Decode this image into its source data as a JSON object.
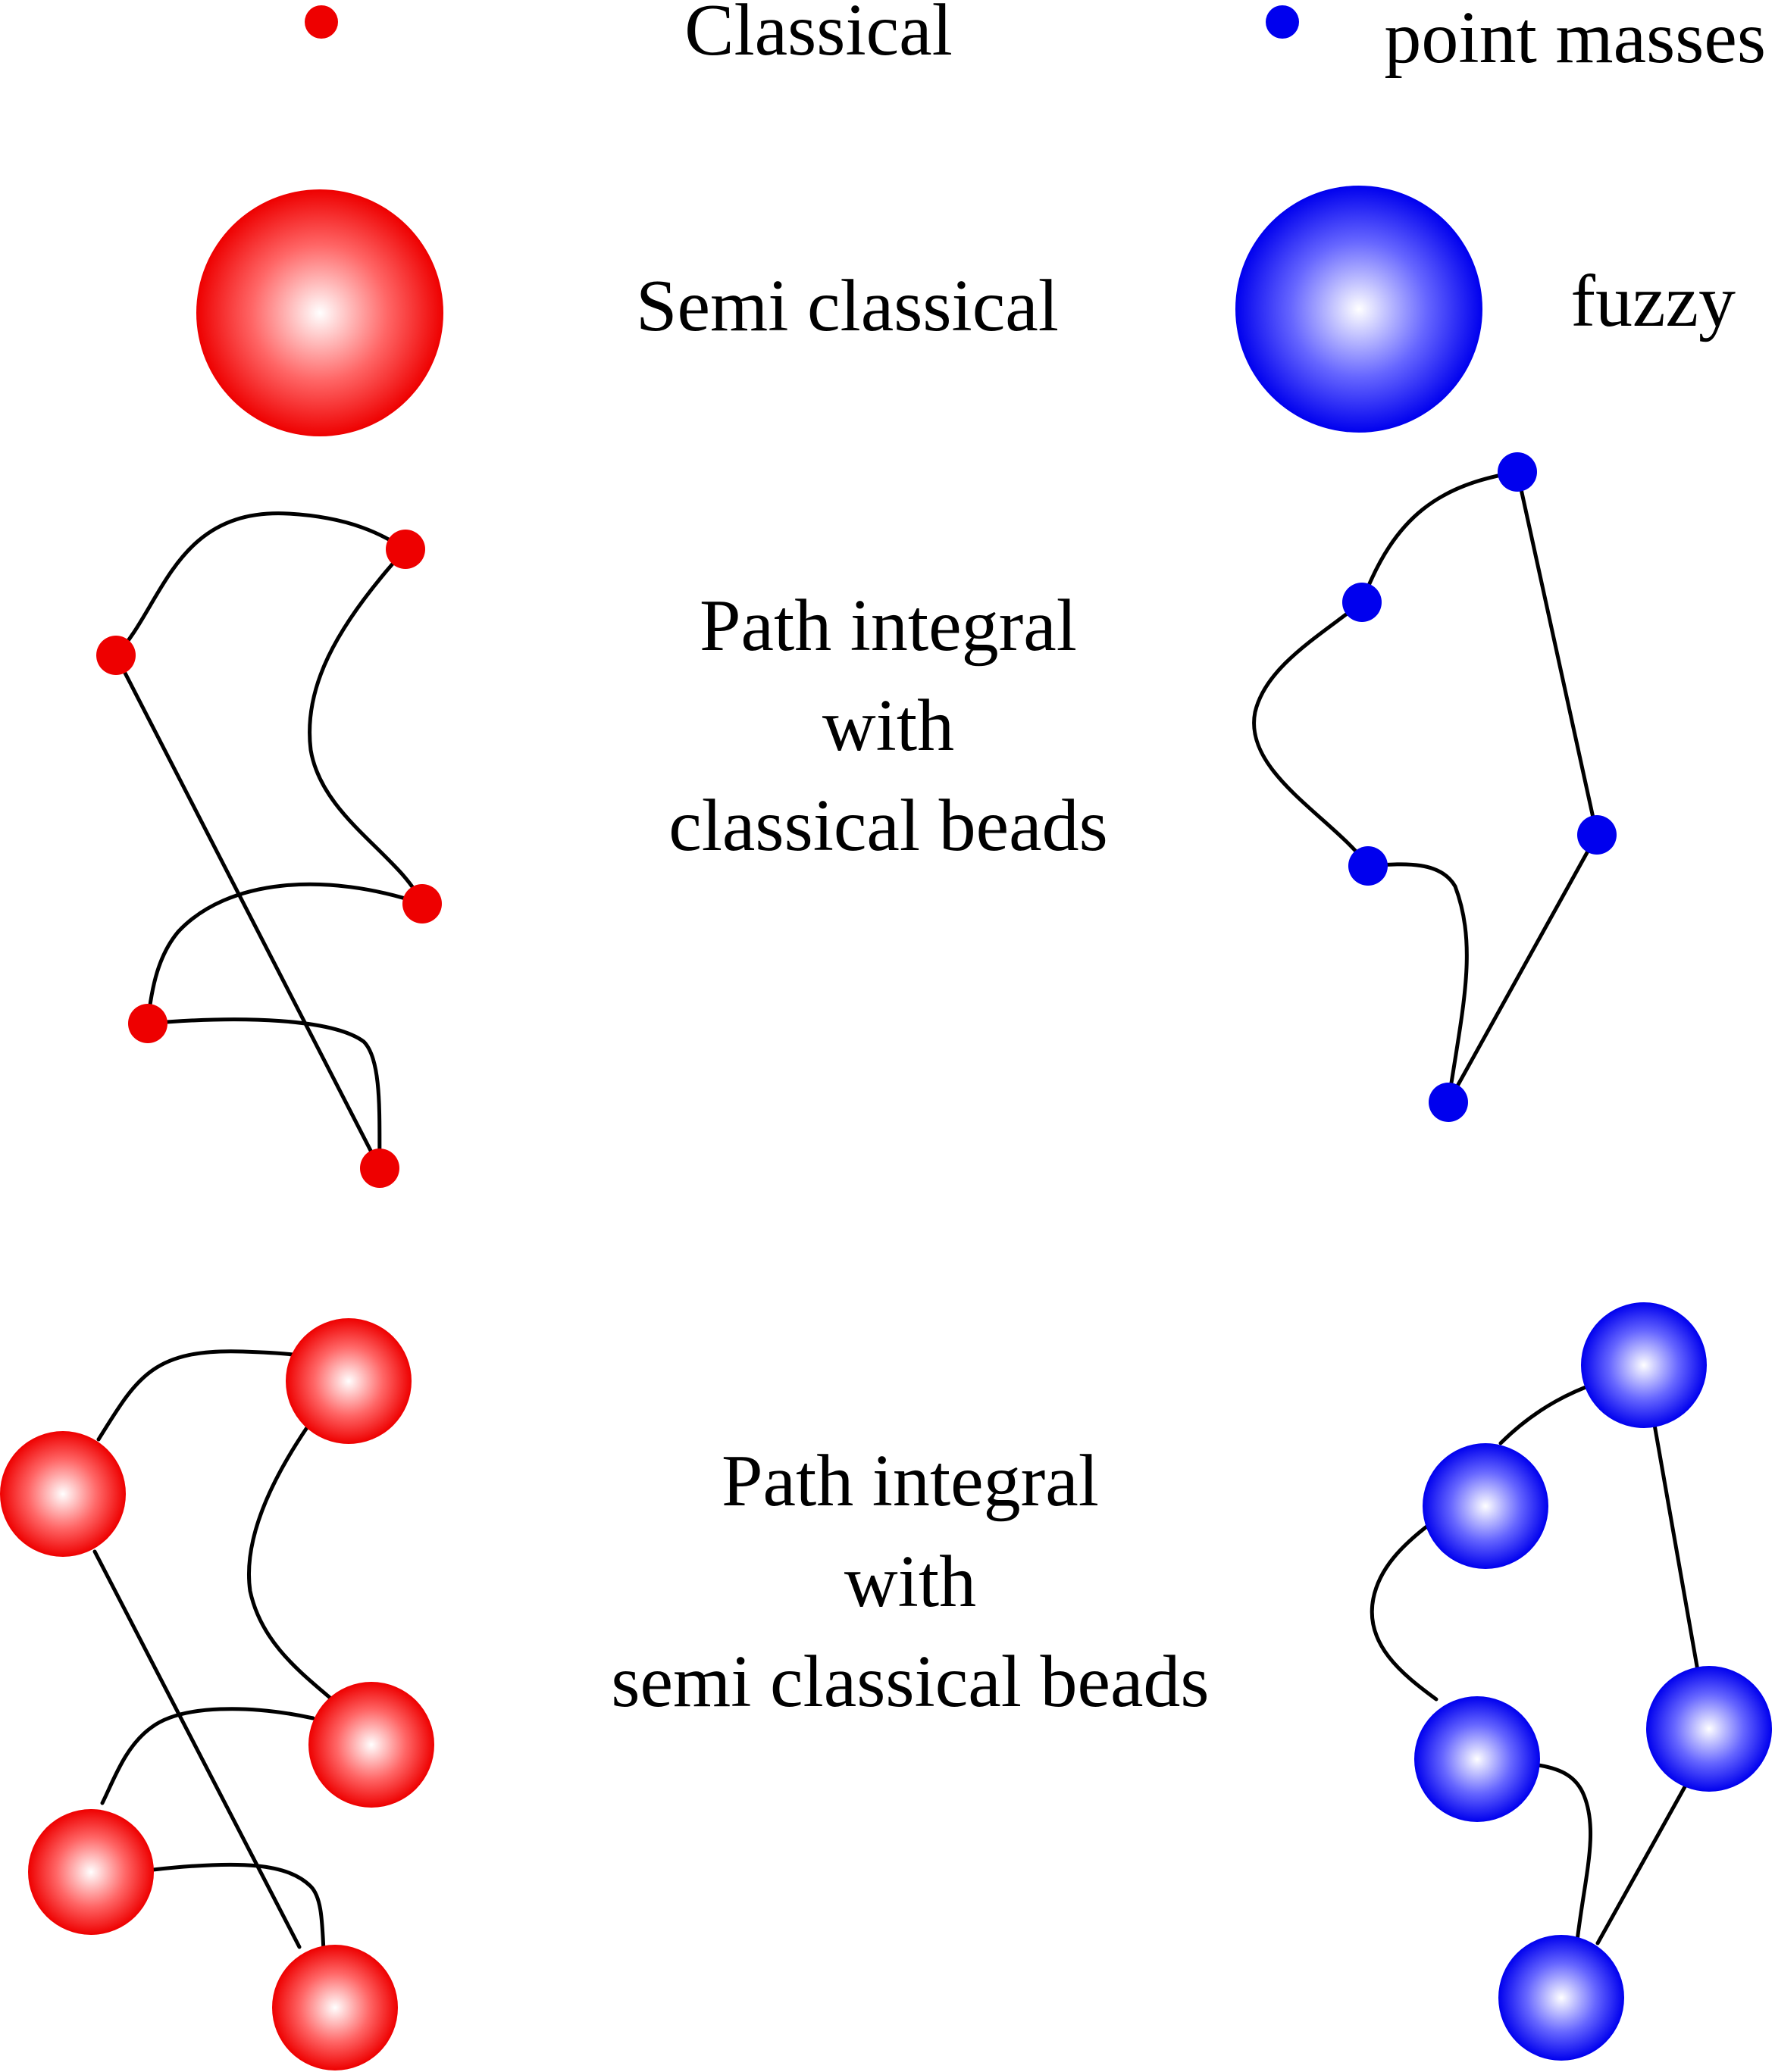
{
  "labels": {
    "classical": "Classical",
    "point_masses": "point masses",
    "semi_classical": "Semi classical",
    "fuzzy": "fuzzy",
    "pi_classical": [
      "Path integral",
      "with",
      "classical beads"
    ],
    "pi_semi": [
      "Path integral",
      "with",
      "semi classical beads"
    ]
  },
  "colors": {
    "red": "#ee0000",
    "blue": "#0000ee",
    "red_highlight": "#ffffff",
    "blue_highlight": "#ffffff",
    "line": "#000000"
  }
}
